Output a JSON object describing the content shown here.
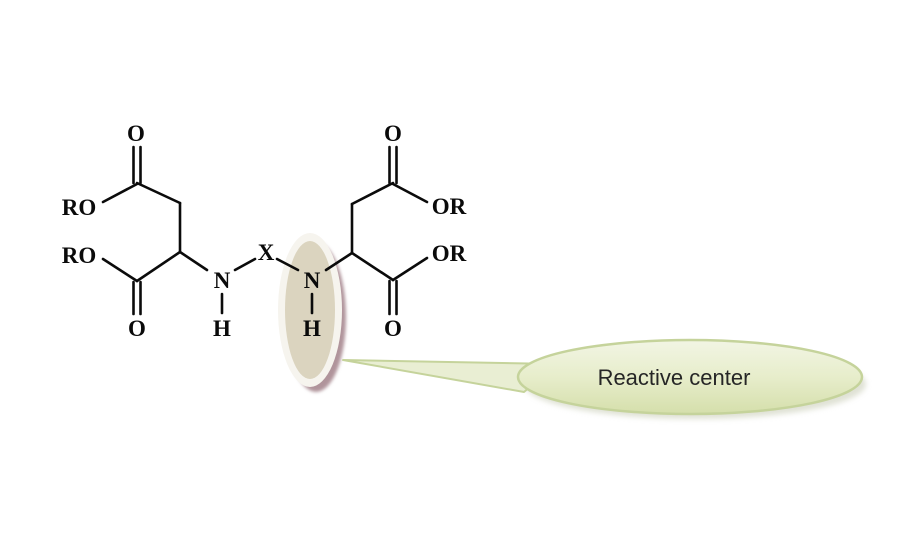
{
  "figure": {
    "type": "chemical-structure-diagram",
    "molecule": {
      "atom_labels": {
        "oxygen": "O",
        "ro_left": "RO",
        "or_right": "OR",
        "nitrogen": "N",
        "hydrogen": "H",
        "linker": "X"
      }
    },
    "callout": {
      "label": "Reactive center"
    }
  },
  "colors": {
    "bond_color": "#0b0b0b",
    "molecule_text": "#0a0a0a",
    "highlight_fill": "#dbd4bf",
    "highlight_ring": "#f6f4ee",
    "highlight_rim": "#b0949b",
    "callout_fill_top": "#f2f5e4",
    "callout_fill_mid": "#e7edcb",
    "callout_fill_bottom": "#d5dfab",
    "callout_border": "#c5d39b",
    "callout_tail_fill": "#e9eed3",
    "callout_shadow": "#c6cab3",
    "callout_text": "#262626",
    "background": "#ffffff"
  }
}
